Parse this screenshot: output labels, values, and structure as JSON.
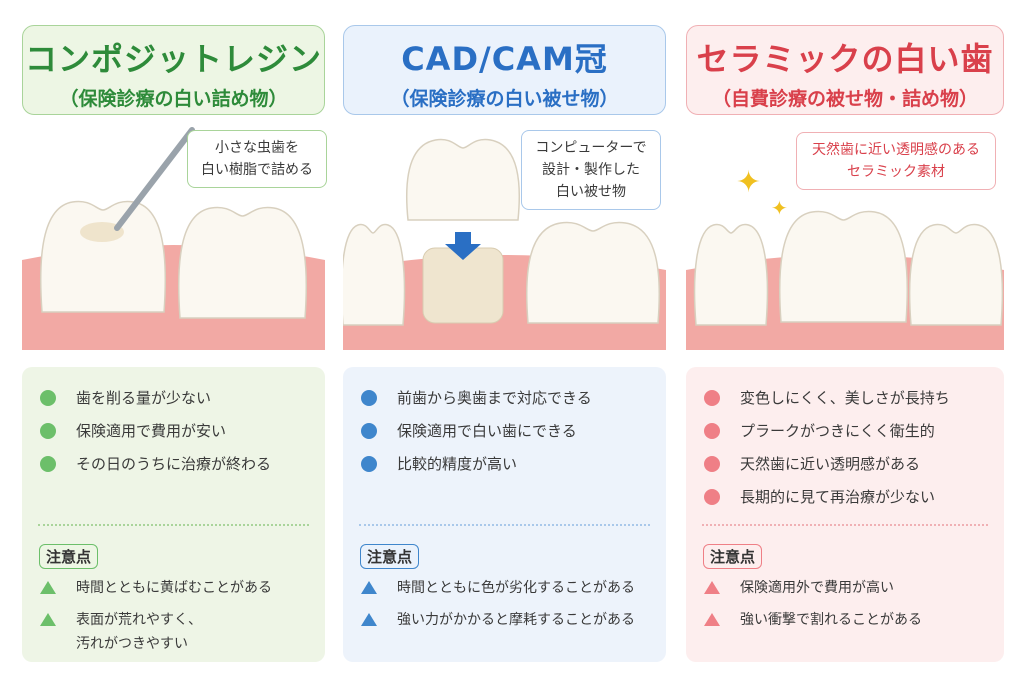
{
  "columns": [
    {
      "title": "コンポジットレジン",
      "subtitle": "（保険診療の白い詰め物）",
      "callout": [
        "小さな虫歯を",
        "白い樹脂で詰める"
      ],
      "pros": [
        "歯を削る量が少ない",
        "保険適用で費用が安い",
        "その日のうちに治療が終わる"
      ],
      "note_label": "注意点",
      "cons": [
        [
          "時間とともに黄ばむことがある"
        ],
        [
          "表面が荒れやすく、",
          "汚れがつきやすい"
        ]
      ],
      "colors": {
        "accent": "#2e8b3a",
        "dot": "#6cbf6a",
        "bg": "#eef5e6",
        "hdr_bg": "#edf6e4",
        "border": "#a9d49a"
      }
    },
    {
      "title": "CAD/CAM冠",
      "subtitle": "（保険診療の白い被せ物）",
      "callout": [
        "コンピューターで",
        "設計・製作した",
        "白い被せ物"
      ],
      "pros": [
        "前歯から奥歯まで対応できる",
        "保険適用で白い歯にできる",
        "比較的精度が高い"
      ],
      "note_label": "注意点",
      "cons": [
        [
          "時間とともに色が劣化することがある"
        ],
        [
          "強い力がかかると摩耗することがある"
        ]
      ],
      "colors": {
        "accent": "#2a6fc4",
        "dot": "#3f86cc",
        "bg": "#edf3fb",
        "hdr_bg": "#eaf2fc",
        "border": "#a9c8ea"
      }
    },
    {
      "title": "セラミックの白い歯",
      "subtitle": "（自費診療の被せ物・詰め物）",
      "callout": [
        "天然歯に近い透明感のある",
        "セラミック素材"
      ],
      "pros": [
        "変色しにくく、美しさが長持ち",
        "プラークがつきにくく衛生的",
        "天然歯に近い透明感がある",
        "長期的に見て再治療が少ない"
      ],
      "note_label": "注意点",
      "cons": [
        [
          "保険適用外で費用が高い"
        ],
        [
          "強い衝撃で割れることがある"
        ]
      ],
      "colors": {
        "accent": "#d9404b",
        "dot": "#ef7f86",
        "bg": "#fdeeee",
        "hdr_bg": "#fdeeee",
        "border": "#f0b0b4"
      }
    }
  ]
}
